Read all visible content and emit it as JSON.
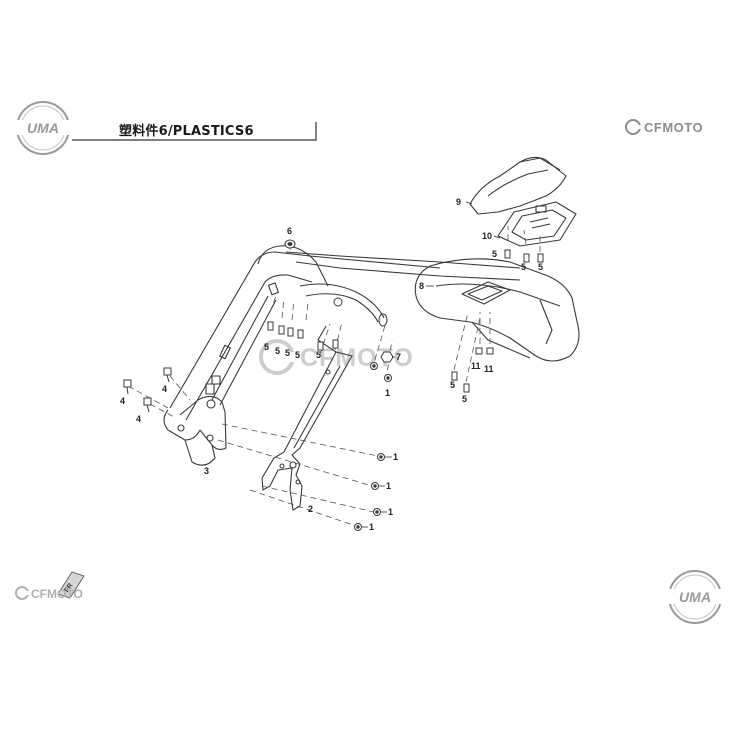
{
  "header": {
    "title": "塑料件6/PLASTICS6",
    "brand_badge": "UMA",
    "brand_logo": "CFMOTO"
  },
  "watermark": "CFMOTO",
  "footer": {
    "brand_logo": "CFMOTO",
    "brand_badge": "UMA",
    "front_indicator": "FR"
  },
  "callouts": {
    "c1a": "1",
    "c1b": "1",
    "c1c": "1",
    "c1d": "1",
    "c1e": "1",
    "c2": "2",
    "c3": "3",
    "c4a": "4",
    "c4b": "4",
    "c4c": "4",
    "c5a": "5",
    "c5b": "5",
    "c5c": "5",
    "c5d": "5",
    "c5e": "5",
    "c5f": "5",
    "c5g": "5",
    "c5h": "5",
    "c5i": "5",
    "c5j": "5",
    "c6": "6",
    "c7": "7",
    "c8": "8",
    "c9": "9",
    "c10": "10",
    "c11a": "11",
    "c11b": "11"
  },
  "colors": {
    "line": "#3a3a3a",
    "badge_gray": "#9a9a9a",
    "logo_gray": "#8c8c8c",
    "watermark_gray": "#c8c8c8"
  }
}
